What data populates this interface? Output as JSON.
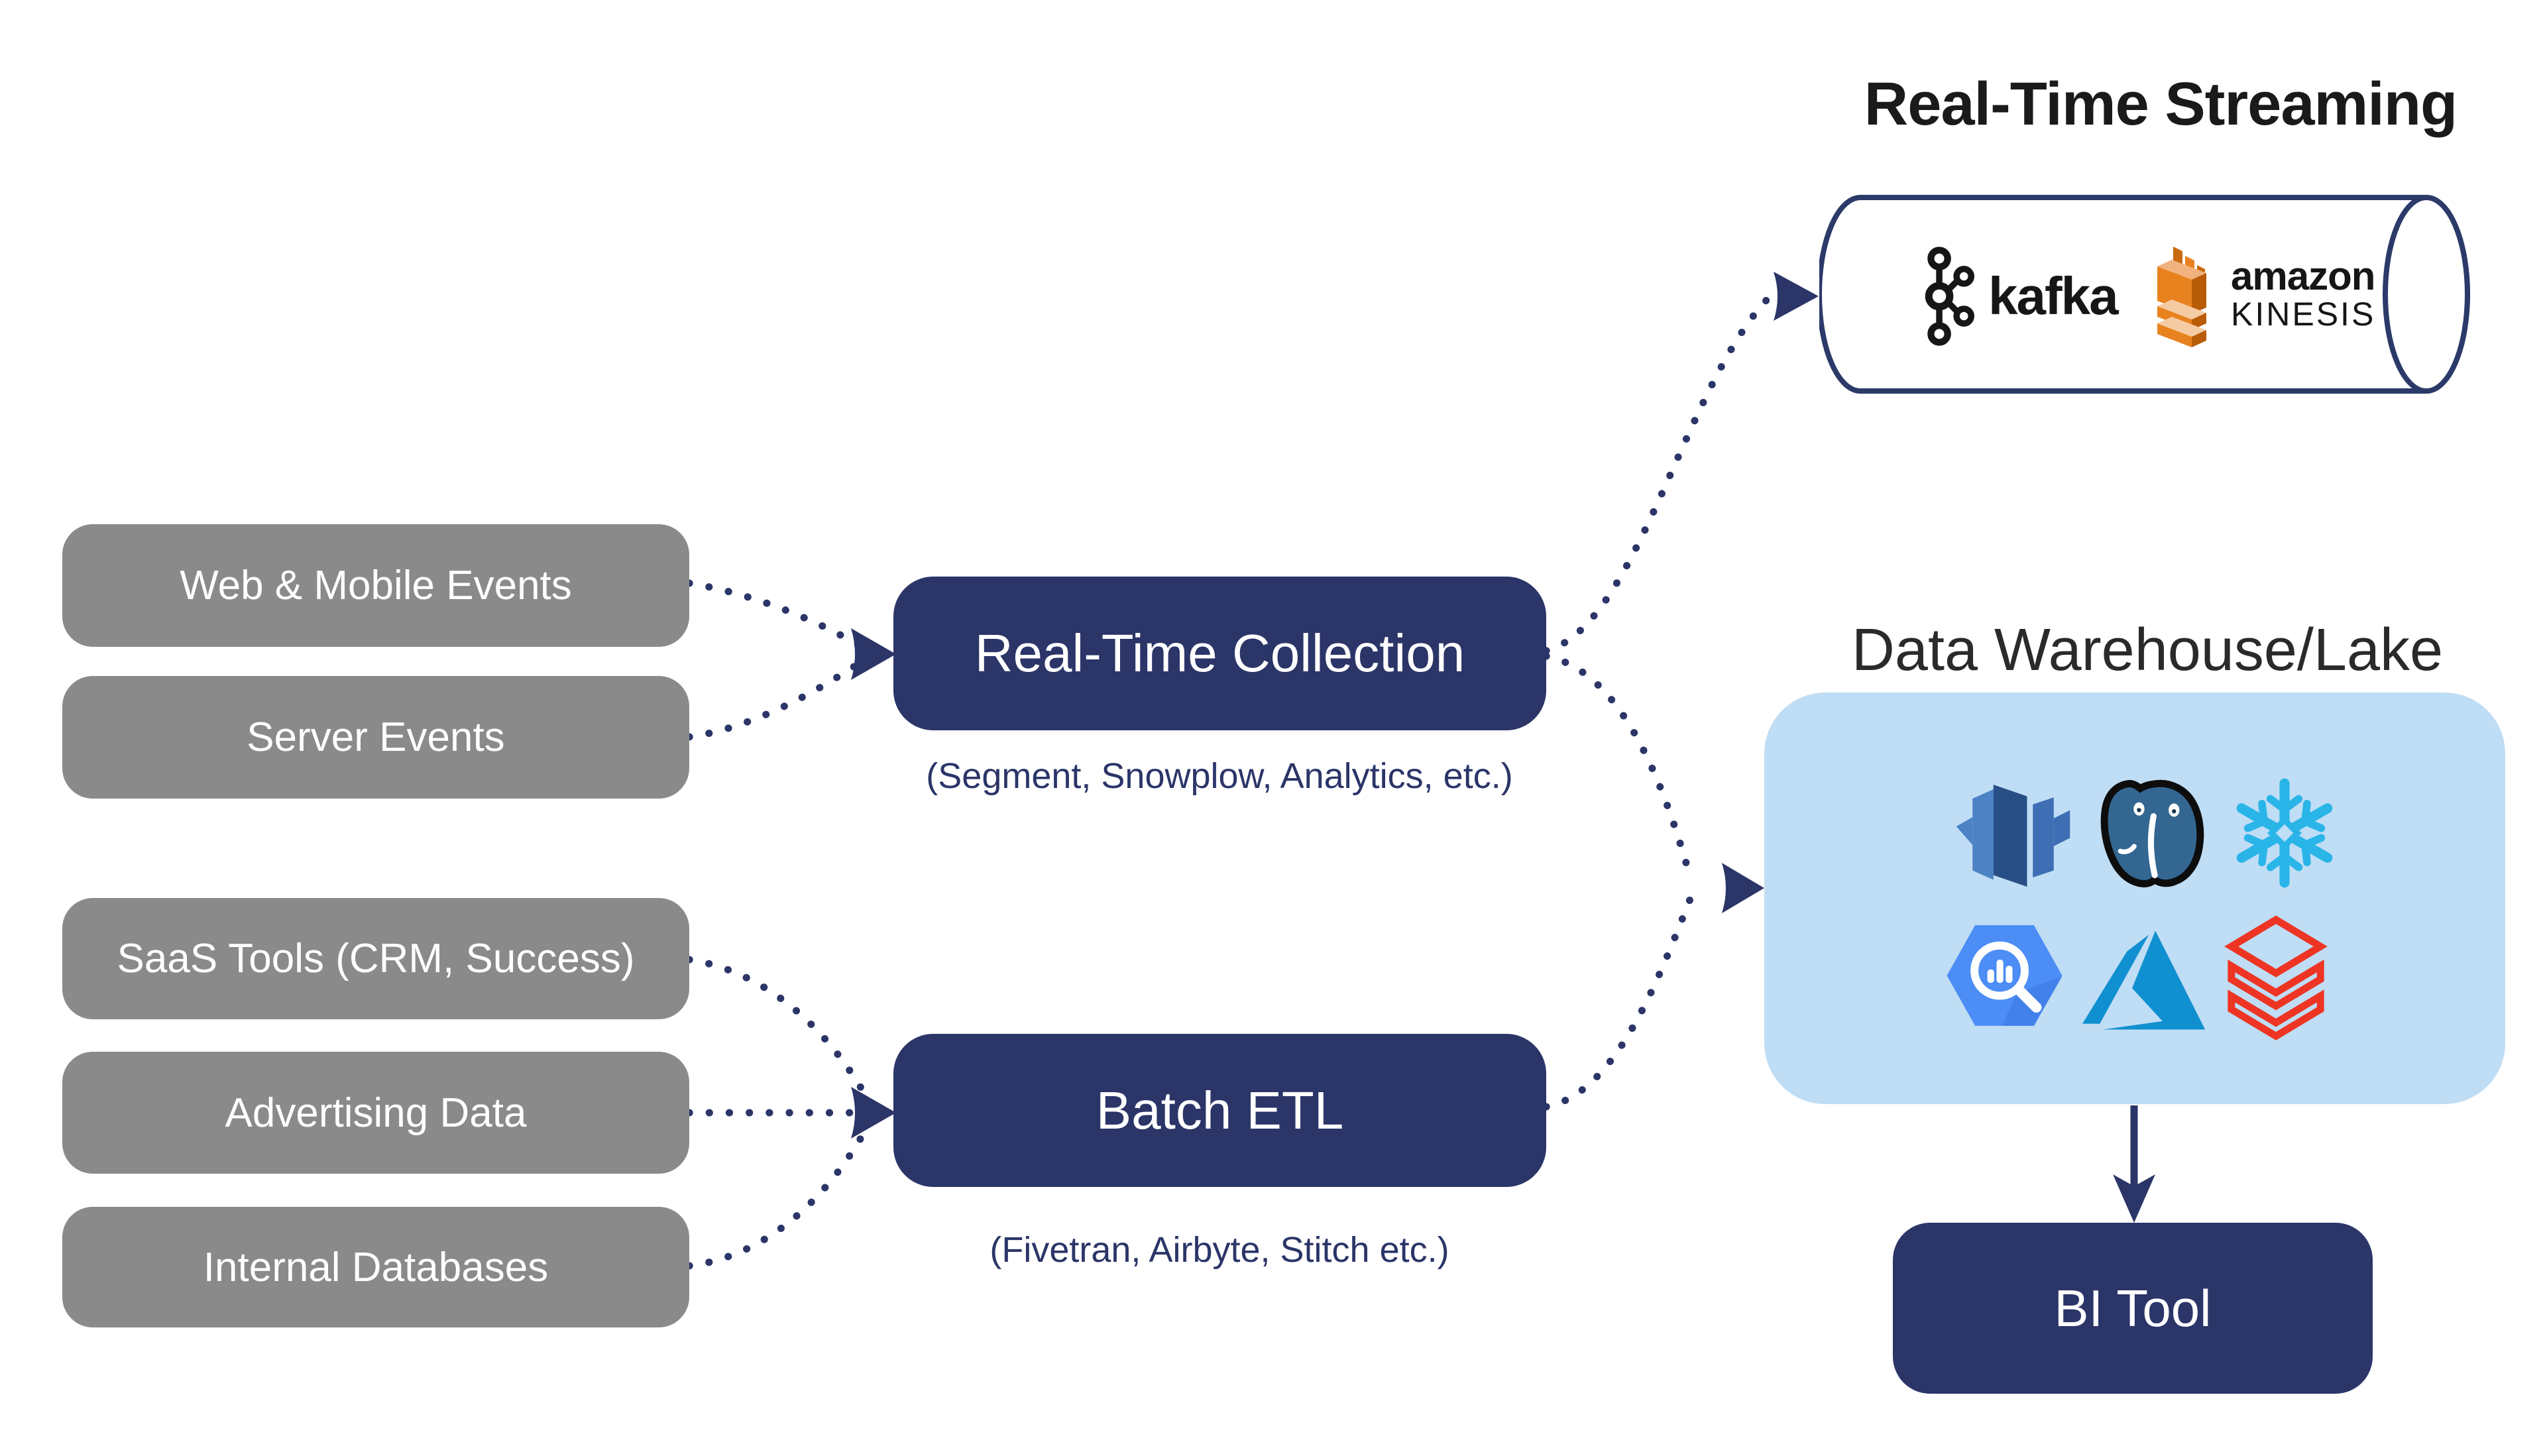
{
  "streaming": {
    "title": "Real-Time Streaming",
    "kafka_text": "kafka",
    "kinesis_text_line1": "amazon",
    "kinesis_text_line2": "KINESIS",
    "icons": [
      "apache-kafka",
      "amazon-kinesis"
    ]
  },
  "sources": {
    "items": [
      {
        "label": "Web & Mobile Events"
      },
      {
        "label": "Server Events"
      },
      {
        "label": "SaaS Tools (CRM, Success)"
      },
      {
        "label": "Advertising Data"
      },
      {
        "label": "Internal Databases"
      }
    ]
  },
  "pipelines": {
    "realtime": {
      "label": "Real-Time Collection",
      "subtitle": "(Segment, Snowplow, Analytics, etc.)"
    },
    "batch": {
      "label": "Batch ETL",
      "subtitle": "(Fivetran, Airbyte, Stitch etc.)"
    }
  },
  "warehouse": {
    "title": "Data Warehouse/Lake",
    "icons": [
      "amazon-redshift",
      "postgresql",
      "snowflake",
      "google-bigquery",
      "microsoft-azure",
      "databricks"
    ]
  },
  "bi": {
    "label": "BI Tool"
  },
  "colors": {
    "navy": "#2B3568",
    "source_gray": "#8A8A8A",
    "warehouse_blue": "#BFDDF5",
    "title_black": "#1A1A1A",
    "kafka_black": "#161616",
    "kinesis_orange": "#E8821F",
    "kinesis_orange_dark": "#BE5F08",
    "kinesis_orange_light": "#F5CBA3",
    "redshift_blue": "#4D82C4",
    "redshift_dark": "#274F86",
    "postgres_blue": "#336791",
    "snowflake_blue": "#29B5E8",
    "bigquery_blue": "#4C8DF6",
    "azure_blue": "#1090D0",
    "databricks_red": "#EE3524"
  }
}
